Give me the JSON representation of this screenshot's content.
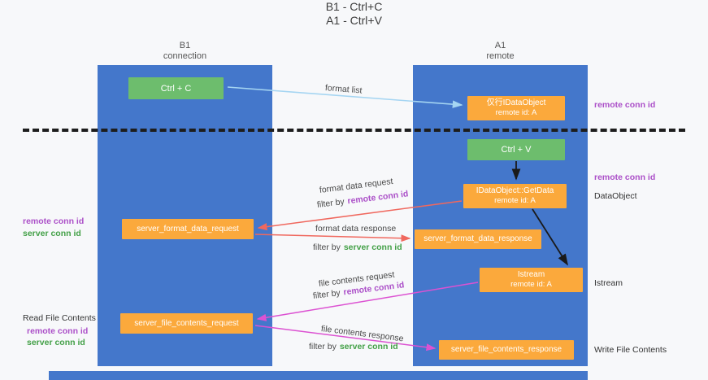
{
  "title": {
    "line1": "B1 - Ctrl+C",
    "line2": "A1 - Ctrl+V"
  },
  "lanes": {
    "left": {
      "name": "B1",
      "role": "connection"
    },
    "right": {
      "name": "A1",
      "role": "remote"
    }
  },
  "colors": {
    "lane_blue": "#4477cb",
    "box_green": "#6dbd6d",
    "box_orange": "#fba93c",
    "arrow_blue": "#a5d5f2",
    "arrow_red": "#f0685e",
    "arrow_magenta": "#dc52d2",
    "arrow_black": "#1a1a1a",
    "text_purple": "#ab4fc8",
    "text_green": "#43a047"
  },
  "boxes": {
    "ctrl_c": {
      "label": "Ctrl + C"
    },
    "ctrl_v": {
      "label": "Ctrl + V"
    },
    "proxy_idataobject": {
      "line1": "仅行IDataObject",
      "line2": "remote id: A"
    },
    "getdata": {
      "line1": "IDataObject::GetData",
      "line2": "remote id: A"
    },
    "istream": {
      "line1": "Istream",
      "line2": "remote id: A"
    },
    "server_format_data_request": {
      "label": "server_format_data_request"
    },
    "server_format_data_response": {
      "label": "server_format_data_response"
    },
    "server_file_contents_request": {
      "label": "server_file_contents_request"
    },
    "server_file_contents_response": {
      "label": "server_file_contents_response"
    }
  },
  "arrow_labels": {
    "format_list": "format list",
    "format_data_request": "format data request",
    "format_data_response": "format data response",
    "file_contents_request": "file contents request",
    "file_contents_response": "file contents response",
    "filter_by": "filter by",
    "remote_conn_id": "remote conn id",
    "server_conn_id": "server conn id"
  },
  "side_labels": {
    "right_remote_conn_id_top": "remote conn id",
    "right_remote_conn_id_mid": "remote conn id",
    "right_dataobject": "DataObject",
    "right_istream": "Istream",
    "right_write_file": "Write File Contents",
    "left_remote_conn_id_top": "remote conn id",
    "left_server_conn_id_top": "server conn id",
    "left_read_file": "Read File Contents",
    "left_remote_conn_id_bottom": "remote conn id",
    "left_server_conn_id_bottom": "server conn id"
  }
}
